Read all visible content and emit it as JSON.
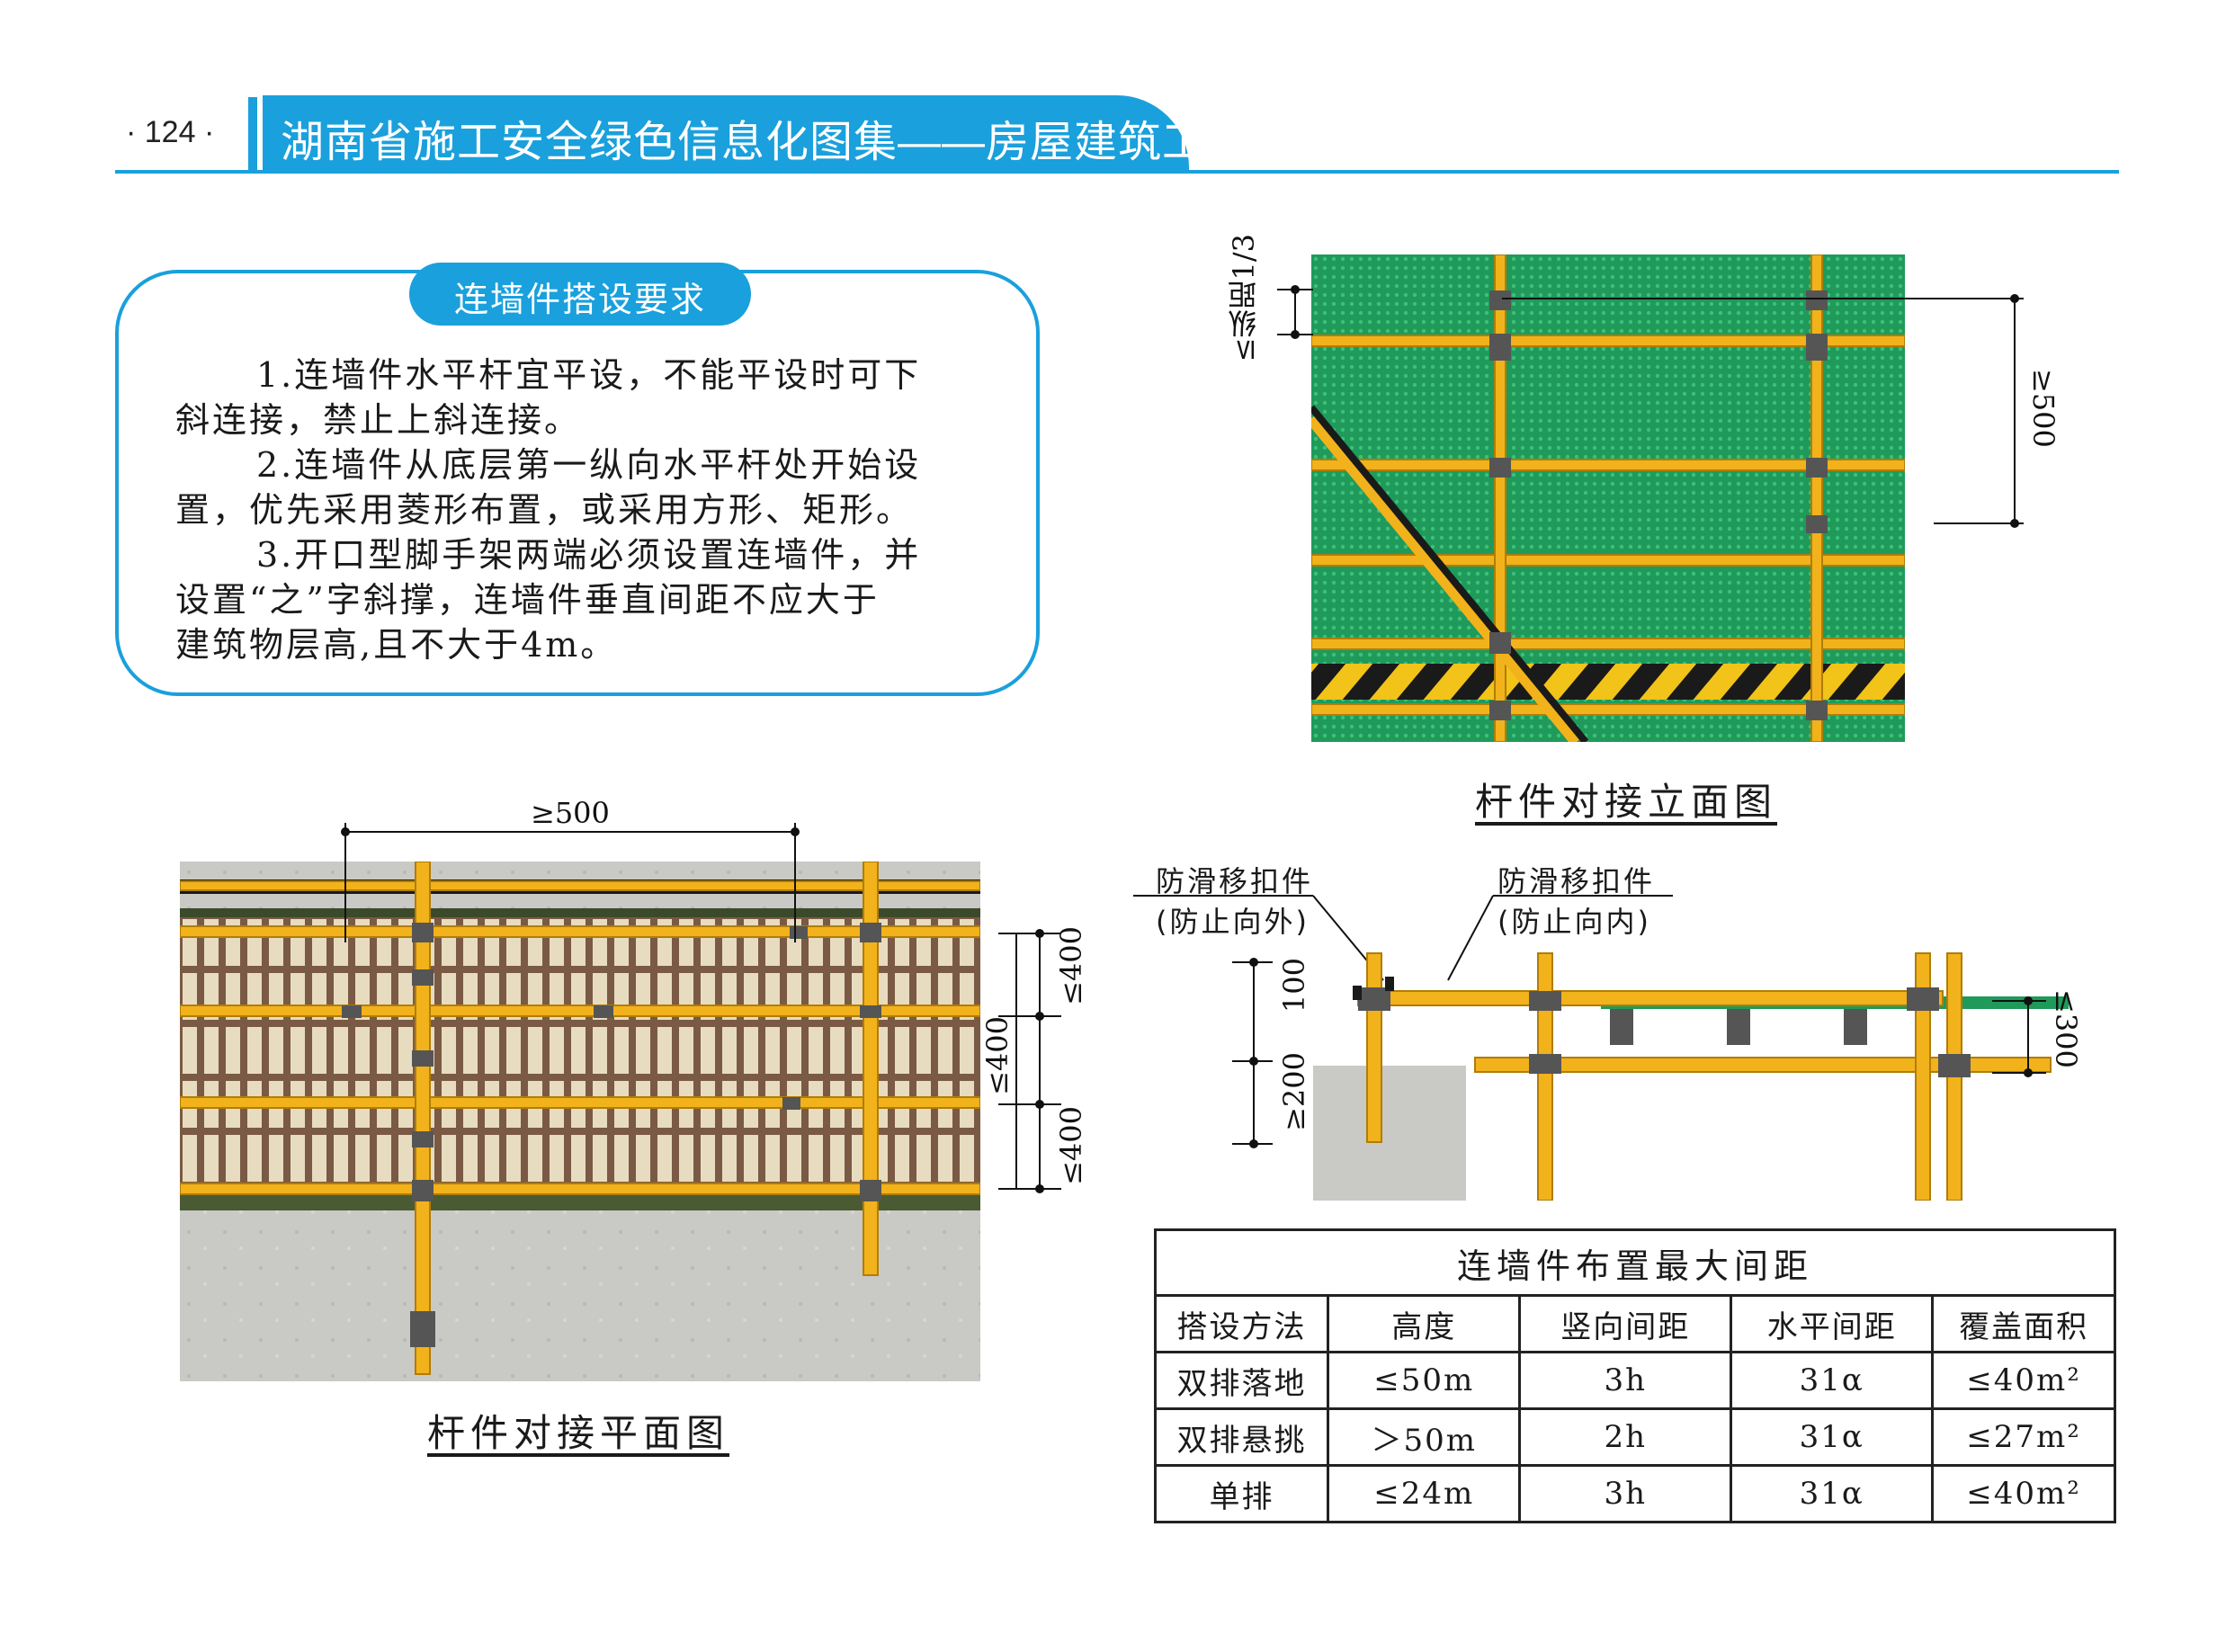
{
  "header": {
    "page_number": "· 124 ·",
    "title": "湖南省施工安全绿色信息化图集——房屋建筑工程"
  },
  "requirements": {
    "title": "连墙件搭设要求",
    "lines": [
      "1.连墙件水平杆宜平设，不能平设时可下",
      "斜连接，禁止上斜连接。",
      "2.连墙件从底层第一纵向水平杆处开始设",
      "置，优先采用菱形布置，或采用方形、矩形。",
      "3.开口型脚手架两端必须设置连墙件，并",
      "设置“之”字斜撑，连墙件垂直间距不应大于",
      "建筑物层高,且不大于4m。"
    ]
  },
  "elevation": {
    "caption": "杆件对接立面图",
    "dim_left": "≤纵距1/3",
    "dim_right": "≥500"
  },
  "plan": {
    "caption": "杆件对接平面图",
    "dim_top": "≥500",
    "dim_right_top": "≤400",
    "dim_right_mid": "≤400",
    "dim_right_bottom": "≤400"
  },
  "detail": {
    "label_out_1": "防滑移扣件",
    "label_out_2": "(防止向外)",
    "label_in_1": "防滑移扣件",
    "label_in_2": "(防止向内)",
    "dim_100": "100",
    "dim_200": "≥200",
    "dim_300": "≤300"
  },
  "table": {
    "title": "连墙件布置最大间距",
    "headers": [
      "搭设方法",
      "高度",
      "竖向间距",
      "水平间距",
      "覆盖面积"
    ],
    "rows": [
      [
        "双排落地",
        "≤50m",
        "3h",
        "31α",
        "≤40m²"
      ],
      [
        "双排悬挑",
        "＞50m",
        "2h",
        "31α",
        "≤27m²"
      ],
      [
        "单排",
        "≤24m",
        "3h",
        "31α",
        "≤40m²"
      ]
    ]
  },
  "colors": {
    "accent": "#1aa0dc",
    "pipe": "#f2b21b",
    "net": "#1f9a5a",
    "concrete": "#c9c9c6"
  }
}
